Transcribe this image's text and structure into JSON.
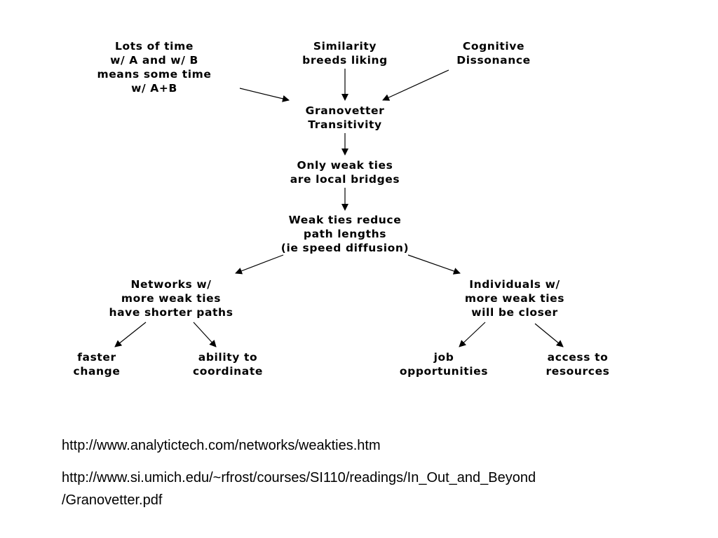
{
  "diagram": {
    "nodes": {
      "time": "Lots of time\nw/ A and w/ B\nmeans some time\nw/ A+B",
      "similarity": "Similarity\nbreeds liking",
      "dissonance": "Cognitive\nDissonance",
      "granovetter": "Granovetter\nTransitivity",
      "weak_bridges": "Only weak ties\nare local bridges",
      "path_lengths": "Weak ties reduce\npath lengths\n(ie speed diffusion)",
      "networks": "Networks w/\nmore weak ties\nhave shorter paths",
      "individuals": "Individuals w/\nmore weak ties\nwill be closer",
      "faster_change": "faster\nchange",
      "coordinate": "ability to\ncoordinate",
      "job": "job\nopportunities",
      "resources": "access to\nresources"
    },
    "edges": [
      [
        "time",
        "granovetter"
      ],
      [
        "similarity",
        "granovetter"
      ],
      [
        "dissonance",
        "granovetter"
      ],
      [
        "granovetter",
        "weak_bridges"
      ],
      [
        "weak_bridges",
        "path_lengths"
      ],
      [
        "path_lengths",
        "networks"
      ],
      [
        "path_lengths",
        "individuals"
      ],
      [
        "networks",
        "faster_change"
      ],
      [
        "networks",
        "coordinate"
      ],
      [
        "individuals",
        "job"
      ],
      [
        "individuals",
        "resources"
      ]
    ]
  },
  "links": [
    "http://www.analytictech.com/networks/weakties.htm",
    "http://www.si.umich.edu/~rfrost/courses/SI110/readings/In_Out_and_Beyond",
    "/Granovetter.pdf"
  ]
}
